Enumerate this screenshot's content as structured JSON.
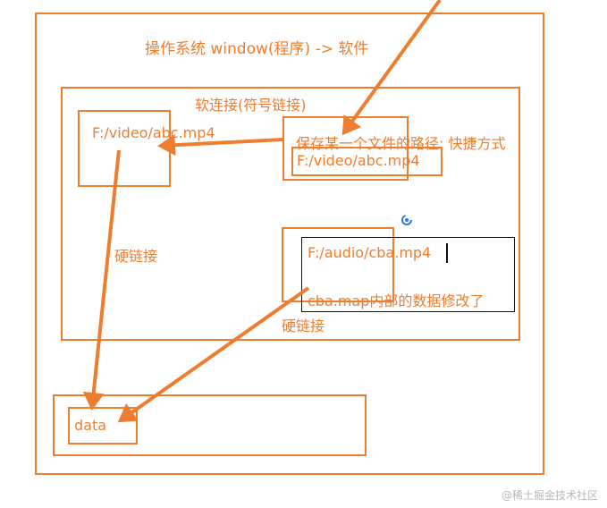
{
  "labels": {
    "os_title": "操作系统 window(程序) -> 软件",
    "soft_link_title": "软连接(符号链接)",
    "file_path_1": "F:/video/abc.mp4",
    "shortcut_desc": "保存某一个文件的路径: 快捷方式",
    "shortcut_path": "F:/video/abc.mp4",
    "hard_link_1": "硬链接",
    "file_path_2": "F:/audio/cba.mp4",
    "cba_desc": "cba.map内部的数据修改了",
    "hard_link_2": "硬链接",
    "data_label": "data"
  },
  "watermark": "@稀土掘金技术社区",
  "colors": {
    "accent": "#ef7d2f",
    "annotation": "#111111",
    "spinner": "#2b7bd8"
  },
  "icons": {
    "spinner": "loading-spinner-icon"
  }
}
